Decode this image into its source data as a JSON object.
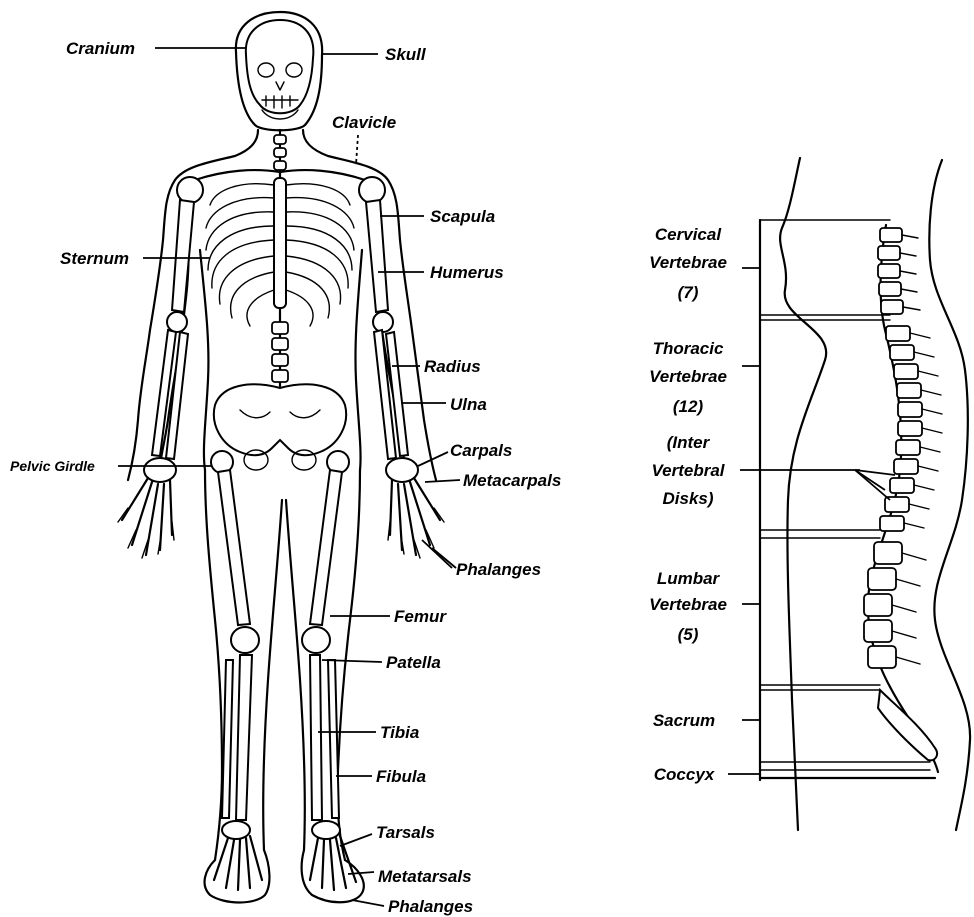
{
  "skeleton_labels": {
    "cranium": "Cranium",
    "skull": "Skull",
    "clavicle": "Clavicle",
    "scapula": "Scapula",
    "sternum": "Sternum",
    "humerus": "Humerus",
    "radius": "Radius",
    "ulna": "Ulna",
    "pelvic_girdle": "Pelvic Girdle",
    "carpals": "Carpals",
    "metacarpals": "Metacarpals",
    "phalanges_hand": "Phalanges",
    "femur": "Femur",
    "patella": "Patella",
    "tibia": "Tibia",
    "fibula": "Fibula",
    "tarsals": "Tarsals",
    "metatarsals": "Metatarsals",
    "phalanges_foot": "Phalanges"
  },
  "spine_labels": {
    "cervical": [
      "Cervical",
      "Vertebrae",
      "(7)"
    ],
    "thoracic": [
      "Thoracic",
      "Vertebrae",
      "(12)"
    ],
    "inter": [
      "(Inter",
      "Vertebral",
      "Disks)"
    ],
    "lumbar": [
      "Lumbar",
      "Vertebrae",
      "(5)"
    ],
    "sacrum": "Sacrum",
    "coccyx": "Coccyx"
  }
}
